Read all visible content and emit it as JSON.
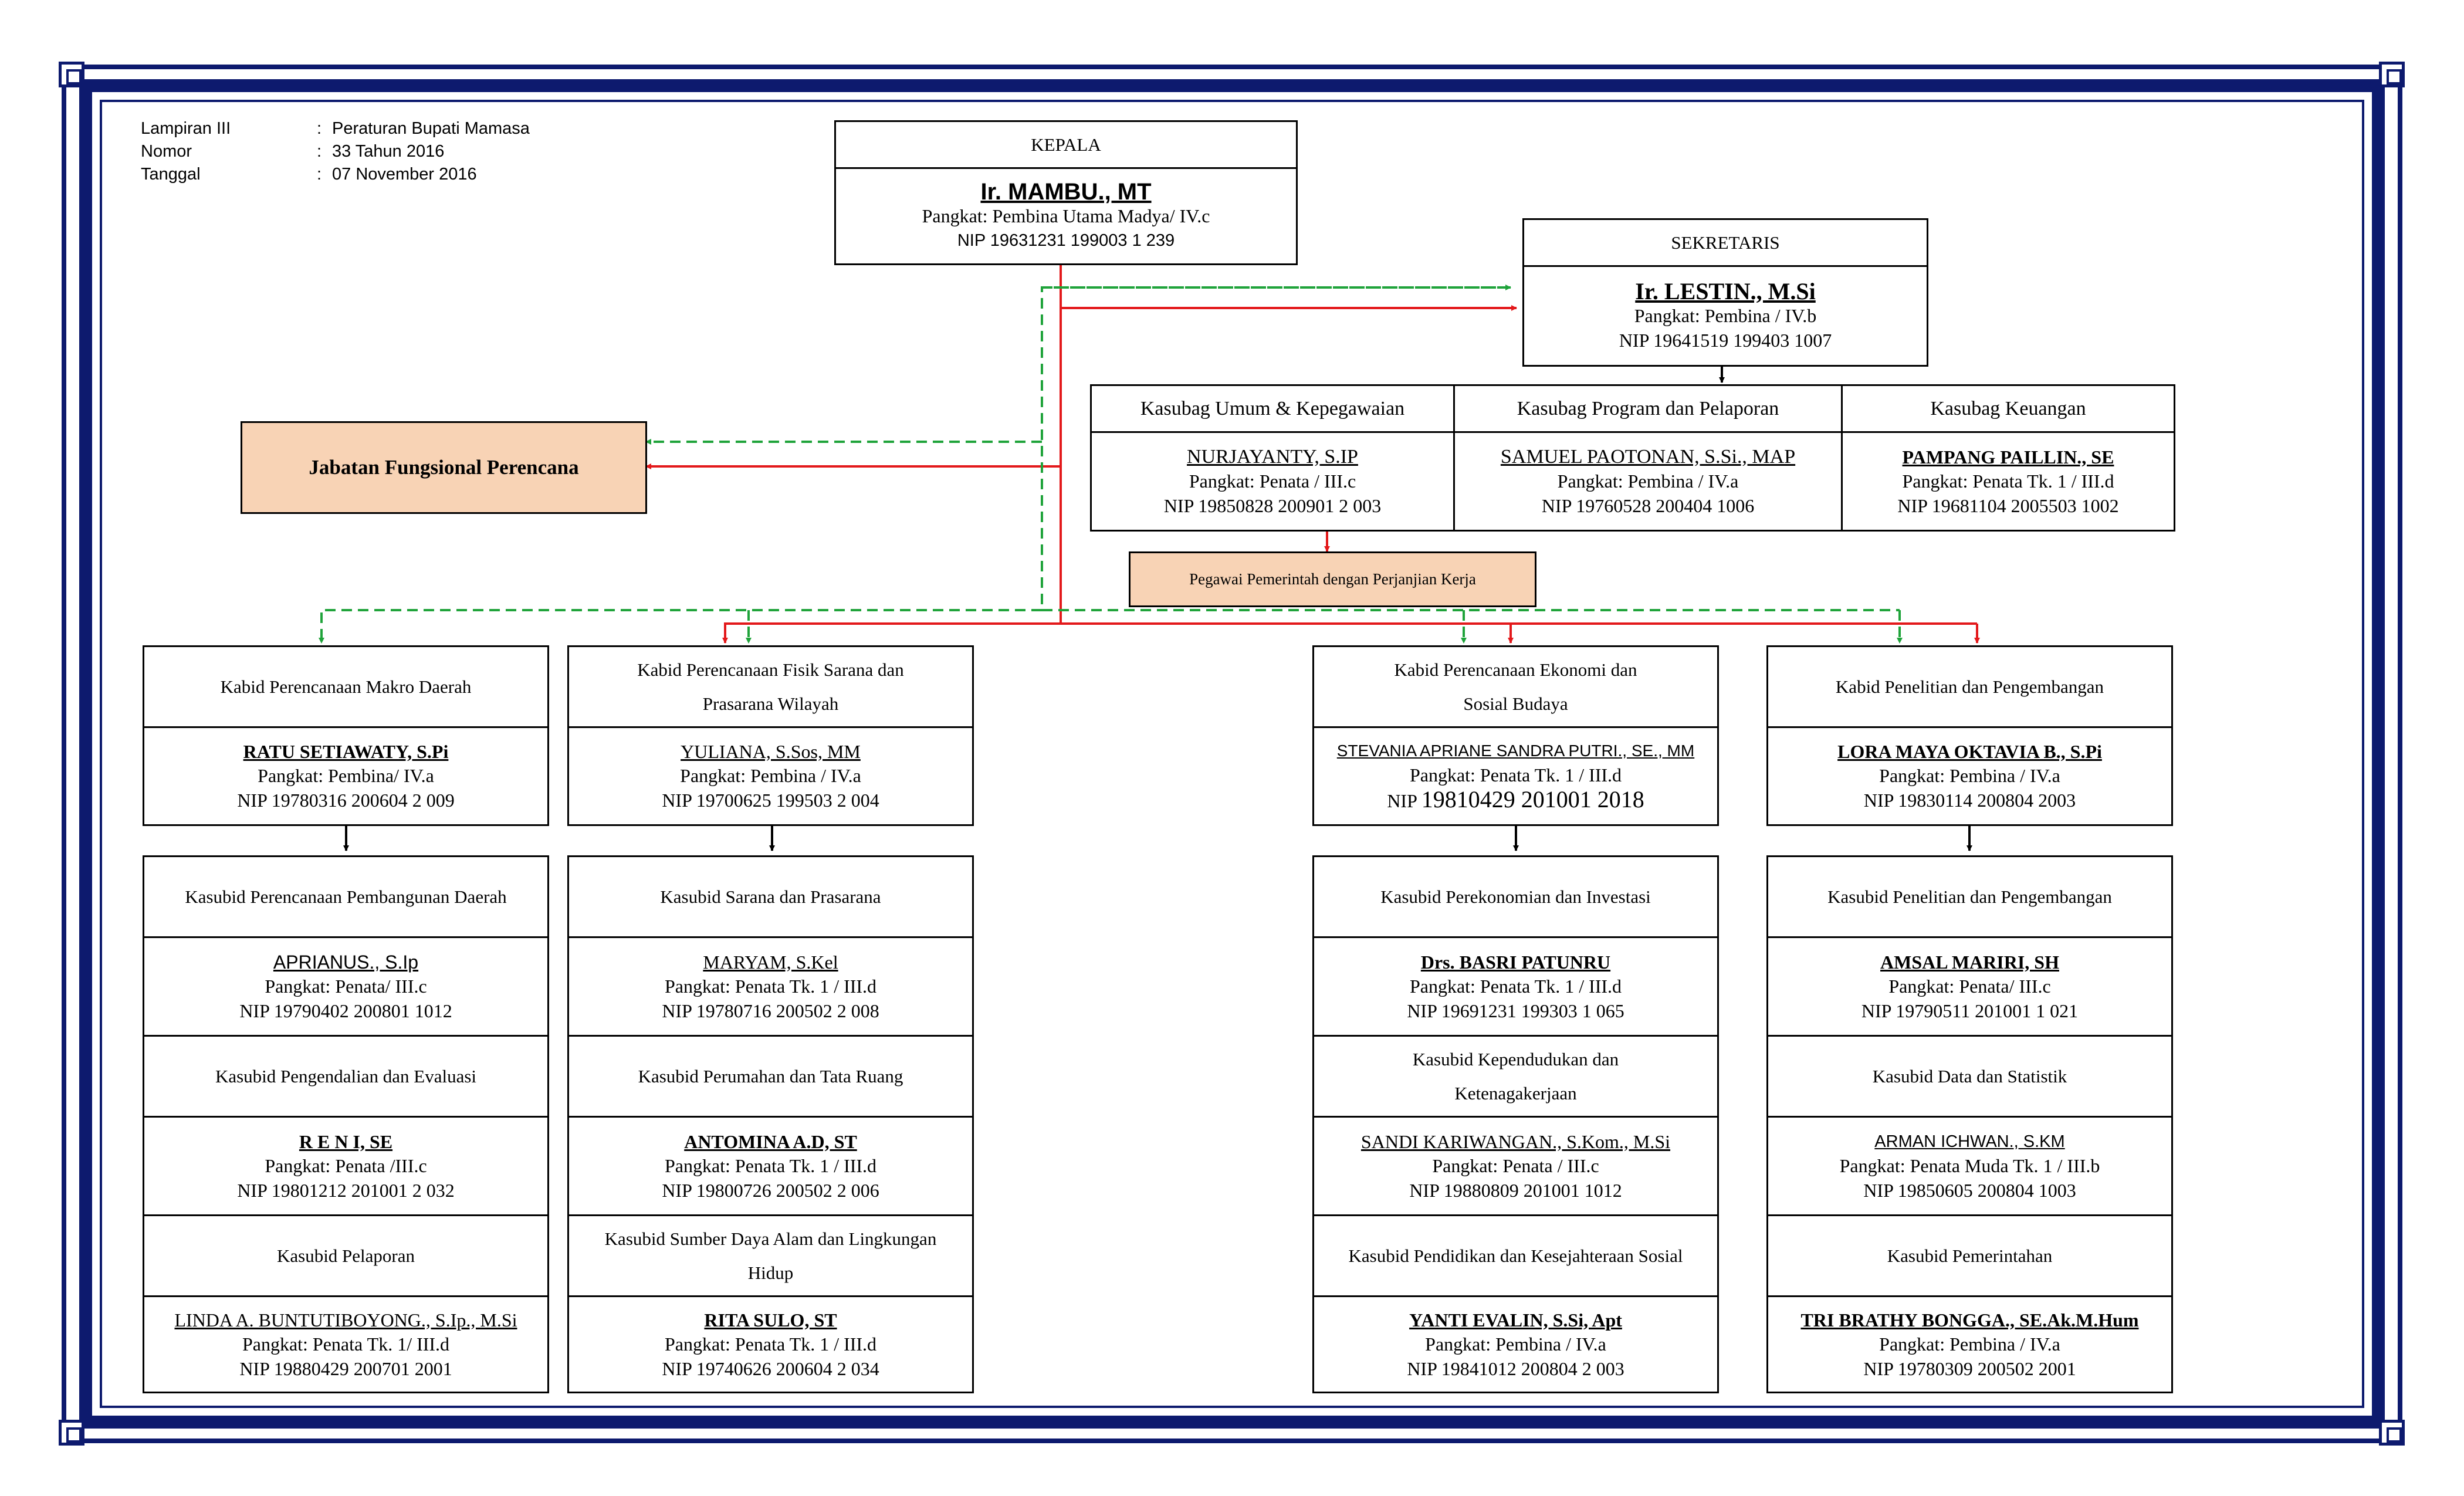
{
  "header": {
    "rows": [
      {
        "key": "Lampiran III",
        "sep": ":",
        "value": "Peraturan Bupati Mamasa"
      },
      {
        "key": "Nomor",
        "sep": ":",
        "value": "33 Tahun 2016"
      },
      {
        "key": "Tanggal",
        "sep": ":",
        "value": "07 November 2016"
      }
    ]
  },
  "kepala": {
    "title": "KEPALA",
    "name": "Ir. MAMBU., MT",
    "rank": "Pangkat: Pembina Utama  Madya/ IV.c",
    "nip": "NIP 19631231 199003 1 239"
  },
  "sekretaris": {
    "title": "SEKRETARIS",
    "name": "Ir. LESTIN., M.Si",
    "rank": "Pangkat: Pembina / IV.b",
    "nip": "NIP 19641519 199403 1007"
  },
  "jabatan_fungsional": "Jabatan Fungsional Perencana",
  "pppk": "Pegawai Pemerintah dengan Perjanjian Kerja",
  "kasubag": [
    {
      "title": "Kasubag Umum & Kepegawaian",
      "name": "NURJAYANTY, S.IP",
      "rank": "Pangkat: Penata / III.c",
      "nip": "NIP 19850828 200901 2 003"
    },
    {
      "title": "Kasubag Program dan Pelaporan",
      "name": "SAMUEL PAOTONAN, S.Si., MAP",
      "rank": "Pangkat: Pembina / IV.a",
      "nip": "NIP 19760528 200404 1006"
    },
    {
      "title": "Kasubag Keuangan",
      "name": "PAMPANG PAILLIN., SE",
      "rank": "Pangkat: Penata Tk. 1 / III.d",
      "nip": "NIP 19681104 2005503 1002"
    }
  ],
  "bidang": [
    {
      "kabid": {
        "title": "Kabid Perencanaan Makro Daerah",
        "name": "RATU SETIAWATY, S.Pi",
        "rank": "Pangkat: Pembina/ IV.a",
        "nip": "NIP 19780316 200604 2 009"
      },
      "kasubid": [
        {
          "title": "Kasubid Perencanaan Pembangunan Daerah",
          "name": "APRIANUS., S.Ip",
          "rank": "Pangkat: Penata/ III.c",
          "nip": "NIP 19790402 200801 1012"
        },
        {
          "title": "Kasubid Pengendalian dan Evaluasi",
          "name": "R E N I, SE",
          "rank": "Pangkat: Penata /III.c",
          "nip": "NIP 19801212 201001 2 032"
        },
        {
          "title": "Kasubid Pelaporan",
          "name": "LINDA A. BUNTUTIBOYONG., S.Ip., M.Si",
          "rank": "Pangkat: Penata Tk. 1/ III.d",
          "nip": "NIP 19880429 200701 2001"
        }
      ]
    },
    {
      "kabid": {
        "title": "Kabid Perencanaan Fisik Sarana  dan Prasarana Wilayah",
        "name": "YULIANA, S.Sos, MM",
        "rank": "Pangkat: Pembina / IV.a",
        "nip": "NIP 19700625 199503 2 004"
      },
      "kasubid": [
        {
          "title": "Kasubid Sarana dan Prasarana",
          "name": "MARYAM, S.Kel",
          "rank": "Pangkat: Penata Tk. 1 / III.d",
          "nip": "NIP 19780716 200502 2 008"
        },
        {
          "title": "Kasubid Perumahan dan Tata Ruang",
          "name": "ANTOMINA A.D, ST",
          "rank": "Pangkat: Penata Tk. 1 / III.d",
          "nip": "NIP 19800726 200502 2 006"
        },
        {
          "title": "Kasubid Sumber Daya Alam dan Lingkungan Hidup",
          "name": "RITA SULO, ST",
          "rank": "Pangkat: Penata Tk. 1 / III.d",
          "nip": "NIP 19740626 200604 2 034"
        }
      ]
    },
    {
      "kabid": {
        "title": "Kabid Perencanaan Ekonomi dan Sosial Budaya",
        "name": "STEVANIA APRIANE SANDRA PUTRI., SE., MM",
        "rank": "Pangkat: Penata Tk. 1 / III.d",
        "nip_prefix": "NIP ",
        "nip": "19810429 201001 2018"
      },
      "kasubid": [
        {
          "title": "Kasubid Perekonomian dan Investasi",
          "name": "Drs. BASRI PATUNRU",
          "rank": "Pangkat: Penata Tk. 1 / III.d",
          "nip": "NIP 19691231 199303 1 065"
        },
        {
          "title": "Kasubid Kependudukan dan Ketenagakerjaan",
          "name": "SANDI KARIWANGAN., S.Kom., M.Si",
          "rank": "Pangkat: Penata / III.c",
          "nip": "NIP 19880809 201001 1012"
        },
        {
          "title": "Kasubid Pendidikan dan Kesejahteraan Sosial",
          "name": "YANTI EVALIN, S.Si, Apt",
          "rank": "Pangkat: Pembina / IV.a",
          "nip": "NIP 19841012 200804 2 003"
        }
      ]
    },
    {
      "kabid": {
        "title": "Kabid Penelitian dan Pengembangan",
        "name": "LORA MAYA OKTAVIA B., S.Pi",
        "rank": "Pangkat: Pembina / IV.a",
        "nip": "NIP 19830114 200804 2003"
      },
      "kasubid": [
        {
          "title": "Kasubid Penelitian dan Pengembangan",
          "name": "AMSAL MARIRI, SH",
          "rank": "Pangkat: Penata/ III.c",
          "nip": "NIP 19790511 201001 1 021"
        },
        {
          "title": "Kasubid Data dan Statistik",
          "name": "ARMAN ICHWAN., S.KM",
          "rank": "Pangkat: Penata Muda Tk. 1 / III.b",
          "nip": "NIP 19850605 200804 1003"
        },
        {
          "title": "Kasubid Pemerintahan",
          "name": "TRI BRATHY BONGGA., SE.Ak.M.Hum",
          "rank": "Pangkat: Pembina / IV.a",
          "nip": "NIP 19780309 200502 2001"
        }
      ]
    }
  ],
  "colors": {
    "frame": "#0d1a6e",
    "command_line": "#e3191b",
    "coordination_line": "#1fa33a",
    "peach_fill": "#f8d3b5"
  }
}
